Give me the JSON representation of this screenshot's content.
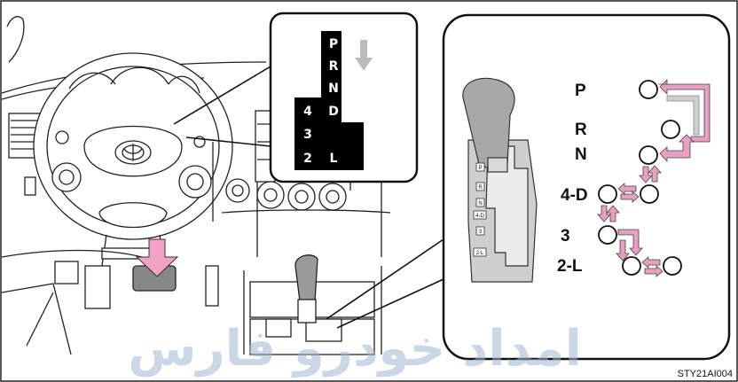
{
  "gate_indicator": {
    "positions": [
      "P",
      "R",
      "N",
      "D",
      "4",
      "3",
      "2",
      "L"
    ],
    "arrow": "down-arrow-icon"
  },
  "shift_diagram": {
    "labels": [
      "P",
      "R",
      "N",
      "4-D",
      "3",
      "2-L"
    ],
    "knob_slots": [
      "P",
      "R",
      "N",
      "4-D",
      "3",
      "2-L"
    ],
    "arrow_colors": {
      "move": "#e8a0c0",
      "free": "#cfcfcf"
    }
  },
  "watermark": "امداد خودرو فارس",
  "figure_code": "STY21AI004",
  "colors": {
    "pedal_arrow": "#f2a3c3",
    "frame": "#222222",
    "gate_bg": "#000000"
  }
}
